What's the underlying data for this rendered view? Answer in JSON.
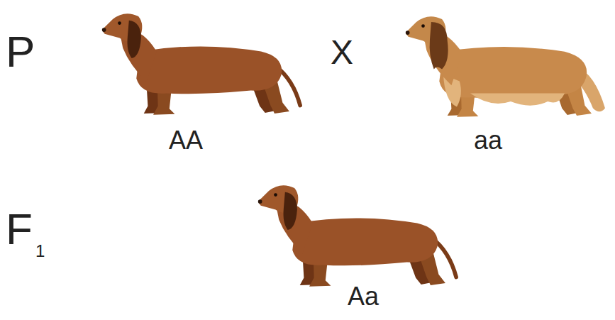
{
  "diagram": {
    "labels": [
      "P",
      "X",
      "AA",
      "aa",
      "F",
      "1",
      "Aa"
    ]
  }
}
